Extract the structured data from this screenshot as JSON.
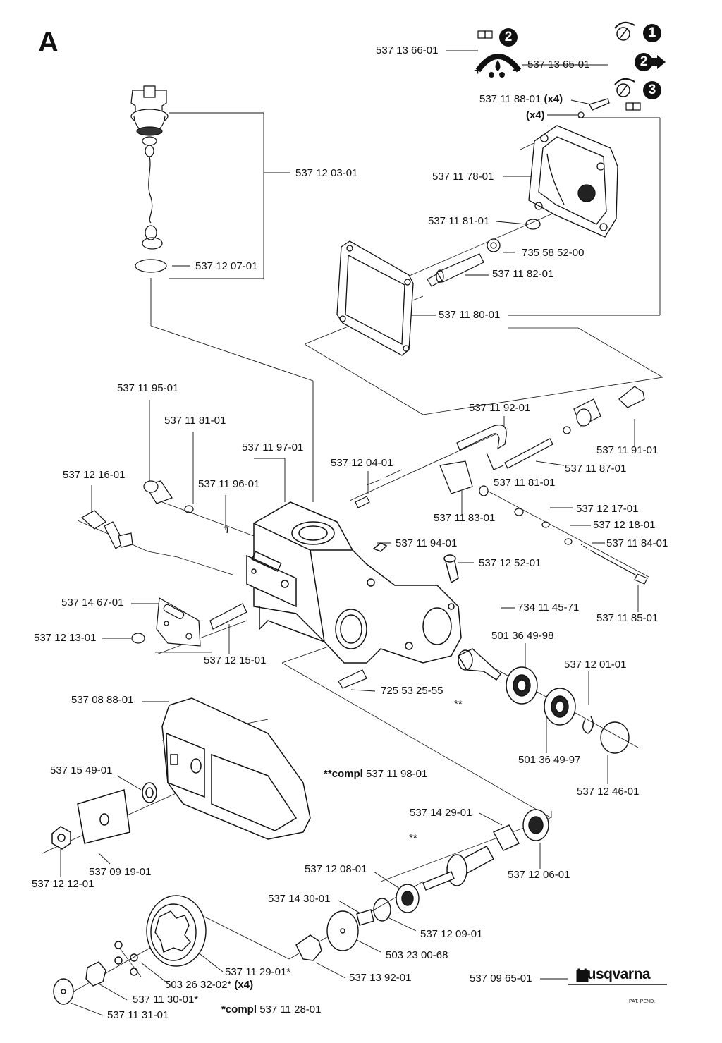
{
  "sheet": {
    "letter": "A",
    "brand": "Husqvarna",
    "patent_note": "PAT. PEND."
  },
  "adjust_badges": {
    "b1": "1",
    "b2": "2",
    "b2_arrow": "2",
    "b3": "3"
  },
  "notes": {
    "compl_gearbox_prefix": "**compl",
    "compl_gearbox_number": "537 11 98-01",
    "compl_pulley_prefix": "*compl",
    "compl_pulley_number": "537 11 28-01",
    "double_star": "**",
    "double_star_2": "**"
  },
  "parts": {
    "p01": "537 13 66-01",
    "p02": "537 13 65-01",
    "p03": "537 11 88-01",
    "p03_qty": "(x4)",
    "p04_qty": "(x4)",
    "p05": "537 12 03-01",
    "p06": "537 11 78-01",
    "p07": "537 11 81-01",
    "p08": "735 58 52-00",
    "p09": "537 12 07-01",
    "p10": "537 11 82-01",
    "p11": "537 11 80-01",
    "p12": "537 11 95-01",
    "p13": "537 11 92-01",
    "p14": "537 11 81-01",
    "p15": "537 11 97-01",
    "p16": "537 11 91-01",
    "p17": "537 12 04-01",
    "p18": "537 11 87-01",
    "p19": "537 12 16-01",
    "p20": "537 11 96-01",
    "p21": "537 11 81-01",
    "p22": "537 11 83-01",
    "p23": "537 12 17-01",
    "p24": "537 12 18-01",
    "p25": "537 11 94-01",
    "p26": "537 11 84-01",
    "p27": "537 12 52-01",
    "p28": "537 14 67-01",
    "p29": "734 11 45-71",
    "p30": "537 11 85-01",
    "p31": "537 12 13-01",
    "p32": "501 36 49-98",
    "p33": "537 12 15-01",
    "p34": "537 12 01-01",
    "p35": "725 53 25-55",
    "p36": "537 08 88-01",
    "p37": "501 36 49-97",
    "p38": "537 15 49-01",
    "p39": "537 12 46-01",
    "p40": "537 14 29-01",
    "p41": "537 12 06-01",
    "p42": "537 09 19-01",
    "p43": "537 12 12-01",
    "p44": "537 12 08-01",
    "p45": "537 14 30-01",
    "p46": "537 12 09-01",
    "p47": "503 23 00-68",
    "p48": "537 11 29-01*",
    "p49": "503 26 32-02*",
    "p49_qty": "(x4)",
    "p50": "537 13 92-01",
    "p51": "537 09 65-01",
    "p52": "537 11 30-01*",
    "p53": "537 11 31-01"
  }
}
